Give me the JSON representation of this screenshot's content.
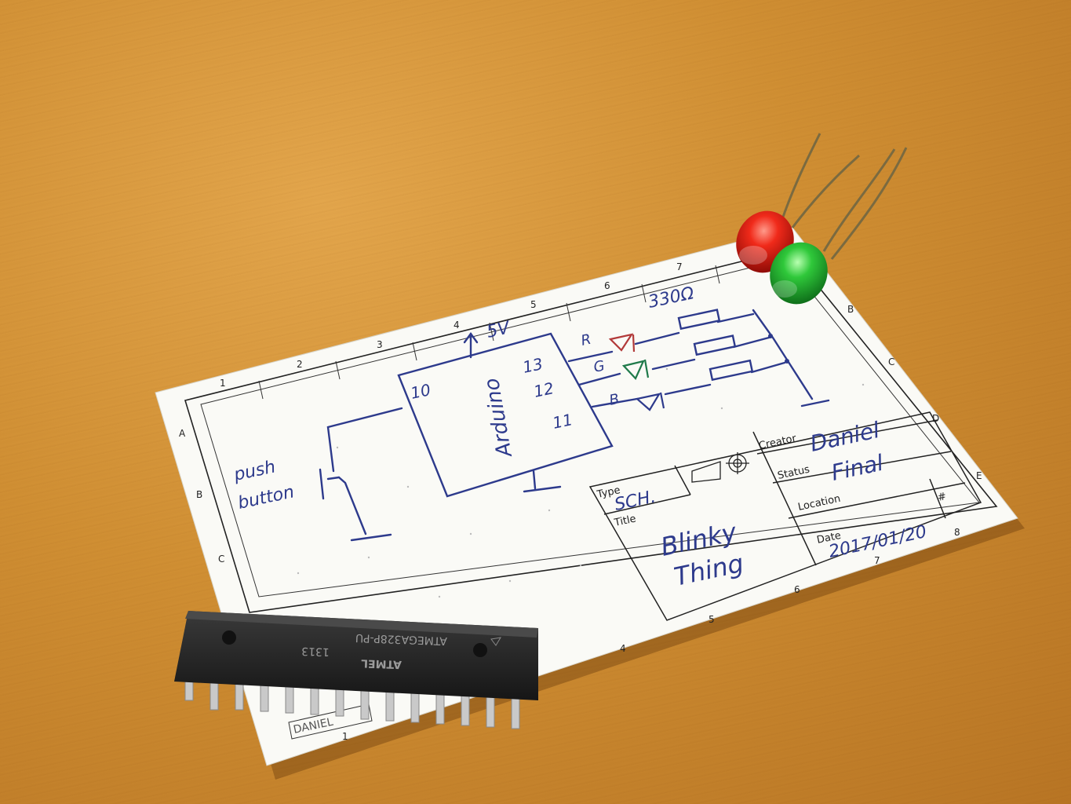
{
  "card": {
    "row_letters_left": [
      "A",
      "B",
      "C"
    ],
    "row_letters_right": [
      "B",
      "C",
      "D",
      "E"
    ],
    "col_numbers_top": [
      "1",
      "2",
      "3",
      "4",
      "5",
      "6",
      "7"
    ],
    "col_numbers_bottom": [
      "1",
      "4",
      "5",
      "6",
      "7",
      "8"
    ]
  },
  "schematic": {
    "supply": "5V",
    "mcu": "Arduino",
    "pins": [
      "10",
      "13",
      "12",
      "11"
    ],
    "led_labels": [
      "R",
      "G",
      "B"
    ],
    "resistor": "330Ω",
    "button_line1": "push",
    "button_line2": "button"
  },
  "title_block": {
    "type_label": "Type",
    "type_value": "SCH.",
    "title_label": "Title",
    "title_line1": "Blinky",
    "title_line2": "Thing",
    "creator_label": "Creator",
    "creator_value": "Daniel",
    "status_label": "Status",
    "status_value": "Final",
    "location_label": "Location",
    "number_label": "#",
    "date_label": "Date",
    "date_value": "2017/01/20"
  },
  "chip": {
    "part": "ATMEGA328P-PU",
    "date_code": "1313",
    "brand": "ATMEL"
  },
  "card_footer": "DANIEL"
}
